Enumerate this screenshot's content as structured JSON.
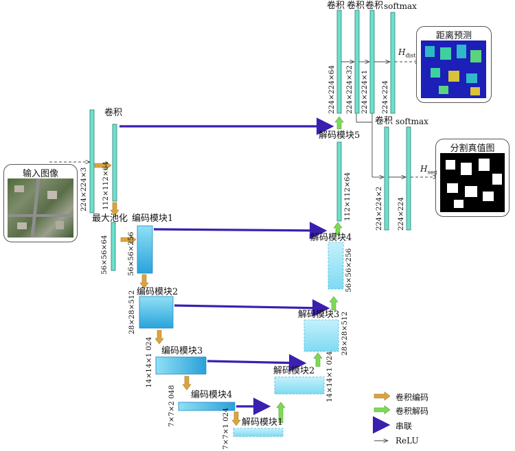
{
  "input_panel": {
    "title": "输入图像"
  },
  "dist_panel": {
    "title": "距离预测",
    "symbol": "H",
    "subscript": "dist"
  },
  "seg_panel": {
    "title": "分割真值图",
    "symbol": "H",
    "subscript": "seg"
  },
  "labels": {
    "conv_top1": "卷积",
    "conv_top2": "卷积",
    "conv_top3": "卷积",
    "softmax_top": "softmax",
    "conv_mid": "卷积",
    "softmax_mid": "softmax",
    "conv_left": "卷积",
    "maxpool": "最大池化",
    "enc1": "编码模块1",
    "enc2": "编码模块2",
    "enc3": "编码模块3",
    "enc4": "编码模块4",
    "dec1": "解码模块1",
    "dec2": "解码模块2",
    "dec3": "解码模块3",
    "dec4": "解码模块4",
    "dec5": "解码模块5"
  },
  "dims": {
    "input": "224×224×3",
    "conv_left": "112×112×64",
    "pool": "56×56×64",
    "enc1": "56×56×256",
    "enc2": "28×28×512",
    "enc3": "14×14×1 024",
    "enc4": "7×7×2 048",
    "dec1": "7×7×1 024",
    "dec2": "14×14×1 024",
    "dec3": "28×28×512",
    "dec4": "56×56×256",
    "dec5": "112×112×64",
    "top1": "224×224×64",
    "top2": "224×224×32",
    "top3": "224×224×1",
    "top4": "224×224",
    "seg1": "224×224×2",
    "seg2": "224×224"
  },
  "legend": [
    {
      "label": "卷积编码",
      "color": "#d9a441"
    },
    {
      "label": "卷积解码",
      "color": "#7ed957"
    },
    {
      "label": "串联",
      "color": "#3b1fb0"
    },
    {
      "label": "ReLU",
      "color": "#444444"
    }
  ]
}
